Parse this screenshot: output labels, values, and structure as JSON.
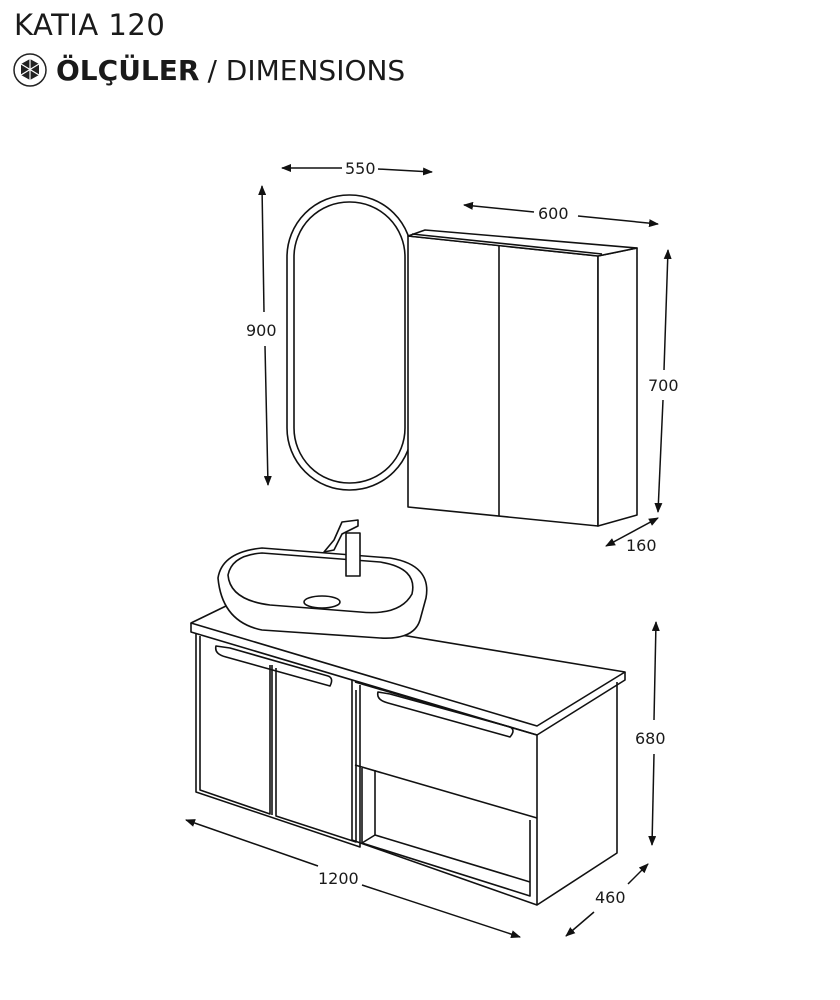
{
  "header": {
    "title": "KATIA 120",
    "subtitle_bold": "ÖLÇÜLER",
    "subtitle_rest": "/ DIMENSIONS",
    "icon": "dimensions-cube-icon"
  },
  "dimensions": {
    "mirror_width": "550",
    "mirror_height": "900",
    "cabinet_width": "600",
    "cabinet_height": "700",
    "cabinet_depth": "160",
    "vanity_width": "1200",
    "vanity_height": "680",
    "vanity_depth": "460"
  }
}
